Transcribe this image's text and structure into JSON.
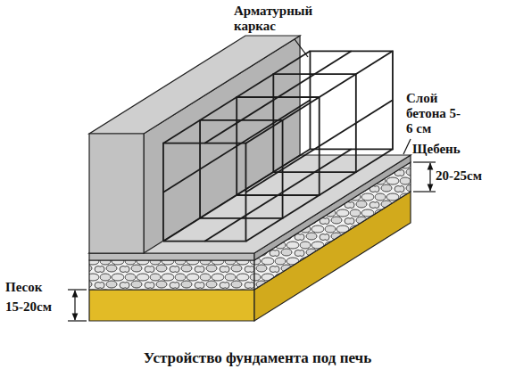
{
  "diagram": {
    "caption": "Устройство фундамента под печь",
    "labels": [
      "Арматурный каркас",
      "Слой бетона 5-6 см",
      "Щебень",
      "20-25см",
      "Песок",
      "15-20см"
    ]
  }
}
